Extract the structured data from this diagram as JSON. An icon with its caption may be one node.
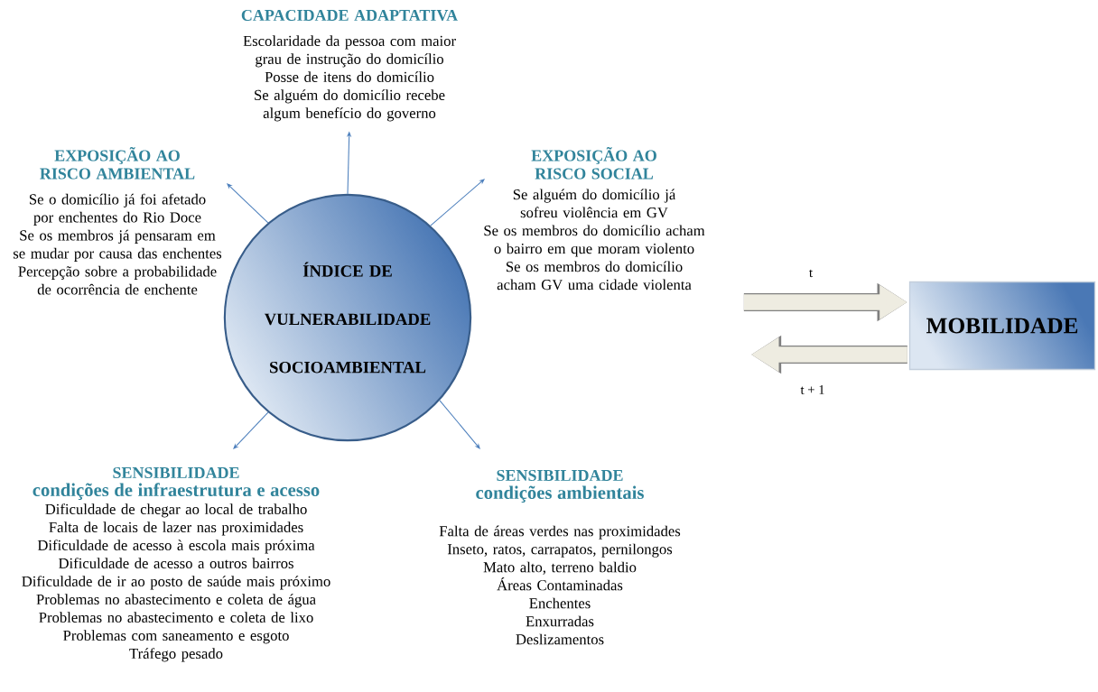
{
  "diagram": {
    "nodes": [
      {
        "text": [
          "ÍNDICE DE VULNERABILIDADE SOCIOAMBIENTAL"
        ]
      },
      {
        "text": [
          "CAPACIDADE ADAPTATIVA",
          "Escolaridade da pessoa com maior grau de instrução do domicílio",
          "Posse de itens do domicílio",
          "Se alguém do domicílio recebe algum benefício do governo"
        ]
      },
      {
        "text": [
          "EXPOSIÇÃO AO RISCO AMBIENTAL",
          "Se o domicílio já foi afetado por enchentes do Rio Doce",
          "Se os membros já pensaram em se mudar por causa das enchentes",
          "Percepção sobre a probabilidade de ocorrência de enchente"
        ]
      },
      {
        "text": [
          "EXPOSIÇÃO AO RISCO SOCIAL",
          "Se alguém do domicílio já sofreu violência em GV",
          "Se os membros do domicílio acham o bairro em que moram violento",
          "Se os membros do domicílio acham GV uma cidade violenta"
        ]
      },
      {
        "text": [
          "SENSIBILIDADE",
          "condições de infraestrutura e acesso",
          "Dificuldade de chegar ao local de trabalho",
          "Falta de locais de lazer nas proximidades",
          "Dificuldade de acesso à escola mais próxima",
          "Dificuldade de acesso a outros bairros",
          "Dificuldade de ir ao posto de saúde mais próximo",
          "Problemas no abastecimento e coleta de água",
          "Problemas no abastecimento e coleta de lixo",
          "Problemas com saneamento e esgoto",
          "Tráfego pesado"
        ]
      },
      {
        "text": [
          "SENSIBILIDADE",
          "condições ambientais",
          "Falta de áreas verdes nas proximidades",
          "Inseto, ratos, carrapatos, pernilongos",
          "Mato alto, terreno baldio",
          "Áreas Contaminadas",
          "Enchentes",
          "Enxurradas",
          "Deslizamentos"
        ]
      },
      {
        "text": [
          "MOBILIDADE"
        ]
      }
    ],
    "edges": [
      {
        "from": 0,
        "to": 1,
        "arrow": "to"
      },
      {
        "from": 0,
        "to": 2,
        "arrow": "to"
      },
      {
        "from": 0,
        "to": 3,
        "arrow": "to"
      },
      {
        "from": 0,
        "to": 4,
        "arrow": "to"
      },
      {
        "from": 0,
        "to": 5,
        "arrow": "to"
      },
      {
        "from": null,
        "to": 6,
        "arrow": "to",
        "label": "t",
        "style": "thick",
        "color": "#eeece1"
      },
      {
        "from": 6,
        "to": null,
        "arrow": "to",
        "label": "t + 1",
        "style": "thick",
        "color": "#eeece1"
      }
    ]
  }
}
